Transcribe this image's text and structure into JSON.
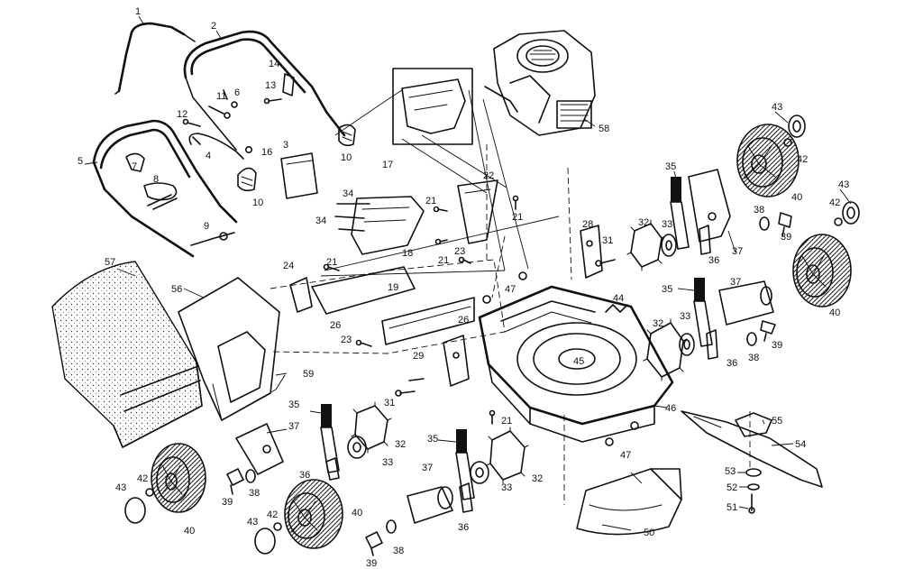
{
  "callouts": [
    {
      "id": "c1",
      "text": "1"
    },
    {
      "id": "c2",
      "text": "2"
    },
    {
      "id": "c3",
      "text": "3"
    },
    {
      "id": "c4",
      "text": "4"
    },
    {
      "id": "c5",
      "text": "5"
    },
    {
      "id": "c6",
      "text": "6"
    },
    {
      "id": "c7",
      "text": "7"
    },
    {
      "id": "c8",
      "text": "8"
    },
    {
      "id": "c9",
      "text": "9"
    },
    {
      "id": "c10a",
      "text": "10"
    },
    {
      "id": "c10b",
      "text": "10"
    },
    {
      "id": "c11",
      "text": "11"
    },
    {
      "id": "c12",
      "text": "12"
    },
    {
      "id": "c13",
      "text": "13"
    },
    {
      "id": "c14",
      "text": "14"
    },
    {
      "id": "c16",
      "text": "16"
    },
    {
      "id": "c17",
      "text": "17"
    },
    {
      "id": "c18",
      "text": "18"
    },
    {
      "id": "c19",
      "text": "19"
    },
    {
      "id": "c21a",
      "text": "21"
    },
    {
      "id": "c21b",
      "text": "21"
    },
    {
      "id": "c21c",
      "text": "21"
    },
    {
      "id": "c21d",
      "text": "21"
    },
    {
      "id": "c21e",
      "text": "21"
    },
    {
      "id": "c22",
      "text": "22"
    },
    {
      "id": "c23a",
      "text": "23"
    },
    {
      "id": "c23b",
      "text": "23"
    },
    {
      "id": "c24",
      "text": "24"
    },
    {
      "id": "c26a",
      "text": "26"
    },
    {
      "id": "c26b",
      "text": "26"
    },
    {
      "id": "c28",
      "text": "28"
    },
    {
      "id": "c29",
      "text": "29"
    },
    {
      "id": "c31a",
      "text": "31"
    },
    {
      "id": "c31b",
      "text": "31"
    },
    {
      "id": "c32a",
      "text": "32"
    },
    {
      "id": "c32b",
      "text": "32"
    },
    {
      "id": "c32c",
      "text": "32"
    },
    {
      "id": "c32d",
      "text": "32"
    },
    {
      "id": "c33a",
      "text": "33"
    },
    {
      "id": "c33b",
      "text": "33"
    },
    {
      "id": "c33c",
      "text": "33"
    },
    {
      "id": "c33d",
      "text": "33"
    },
    {
      "id": "c34a",
      "text": "34"
    },
    {
      "id": "c34b",
      "text": "34"
    },
    {
      "id": "c35a",
      "text": "35"
    },
    {
      "id": "c35b",
      "text": "35"
    },
    {
      "id": "c35c",
      "text": "35"
    },
    {
      "id": "c35d",
      "text": "35"
    },
    {
      "id": "c36a",
      "text": "36"
    },
    {
      "id": "c36b",
      "text": "36"
    },
    {
      "id": "c36c",
      "text": "36"
    },
    {
      "id": "c36d",
      "text": "36"
    },
    {
      "id": "c37a",
      "text": "37"
    },
    {
      "id": "c37b",
      "text": "37"
    },
    {
      "id": "c37c",
      "text": "37"
    },
    {
      "id": "c37d",
      "text": "37"
    },
    {
      "id": "c38a",
      "text": "38"
    },
    {
      "id": "c38b",
      "text": "38"
    },
    {
      "id": "c38c",
      "text": "38"
    },
    {
      "id": "c38d",
      "text": "38"
    },
    {
      "id": "c39a",
      "text": "39"
    },
    {
      "id": "c39b",
      "text": "39"
    },
    {
      "id": "c39c",
      "text": "39"
    },
    {
      "id": "c39d",
      "text": "39"
    },
    {
      "id": "c40a",
      "text": "40"
    },
    {
      "id": "c40b",
      "text": "40"
    },
    {
      "id": "c40c",
      "text": "40"
    },
    {
      "id": "c40d",
      "text": "40"
    },
    {
      "id": "c42a",
      "text": "42"
    },
    {
      "id": "c42b",
      "text": "42"
    },
    {
      "id": "c42c",
      "text": "42"
    },
    {
      "id": "c42d",
      "text": "42"
    },
    {
      "id": "c43a",
      "text": "43"
    },
    {
      "id": "c43b",
      "text": "43"
    },
    {
      "id": "c43c",
      "text": "43"
    },
    {
      "id": "c43d",
      "text": "43"
    },
    {
      "id": "c44",
      "text": "44"
    },
    {
      "id": "c45",
      "text": "45"
    },
    {
      "id": "c46",
      "text": "46"
    },
    {
      "id": "c47a",
      "text": "47"
    },
    {
      "id": "c47b",
      "text": "47"
    },
    {
      "id": "c50",
      "text": "50"
    },
    {
      "id": "c51",
      "text": "51"
    },
    {
      "id": "c52",
      "text": "52"
    },
    {
      "id": "c53",
      "text": "53"
    },
    {
      "id": "c54",
      "text": "54"
    },
    {
      "id": "c55",
      "text": "55"
    },
    {
      "id": "c56",
      "text": "56"
    },
    {
      "id": "c57",
      "text": "57"
    },
    {
      "id": "c58",
      "text": "58"
    },
    {
      "id": "c59",
      "text": "59"
    }
  ]
}
